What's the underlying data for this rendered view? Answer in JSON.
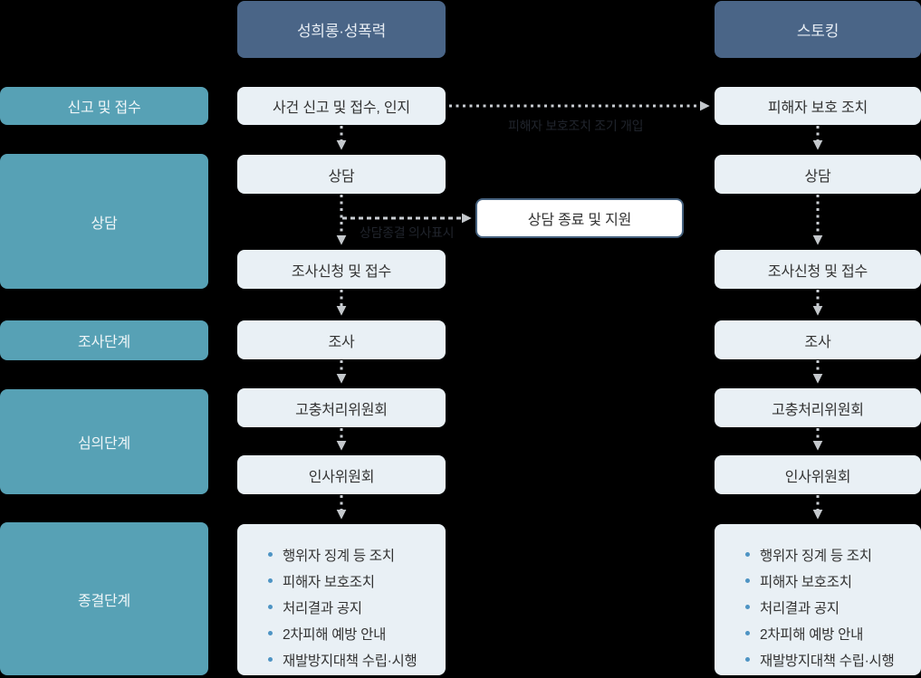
{
  "colors": {
    "background": "#000000",
    "stage_box": "#57a1b5",
    "header_box": "#4a6587",
    "step_box": "#e9f0f5",
    "side_box_border": "#46627f",
    "bullet": "#4e94c4",
    "arrow": "#c9cdd2"
  },
  "stage_labels": [
    "신고 및 접수",
    "상담",
    "조사단계",
    "심의단계",
    "종결단계"
  ],
  "flows": {
    "harassment": {
      "header": "성희롱·성폭력",
      "steps": [
        "사건 신고 및 접수, 인지",
        "상담",
        "조사신청 및 접수",
        "조사",
        "고충처리위원회",
        "인사위원회"
      ],
      "final_items": [
        "행위자 징계 등 조치",
        "피해자 보호조치",
        "처리결과 공지",
        "2차피해 예방 안내",
        "재발방지대책 수립·시행"
      ]
    },
    "stalking": {
      "header": "스토킹",
      "steps": [
        "피해자 보호 조치",
        "상담",
        "조사신청 및 접수",
        "조사",
        "고충처리위원회",
        "인사위원회"
      ],
      "final_items": [
        "행위자 징계 등 조치",
        "피해자 보호조치",
        "처리결과 공지",
        "2차피해 예방 안내",
        "재발방지대책 수립·시행"
      ]
    }
  },
  "side_box": {
    "label": "상담 종료 및 지원"
  },
  "edge_labels": {
    "early_intervention": "피해자 보호조치 조기 개입",
    "counsel_end": "상담종결 의사표시"
  }
}
